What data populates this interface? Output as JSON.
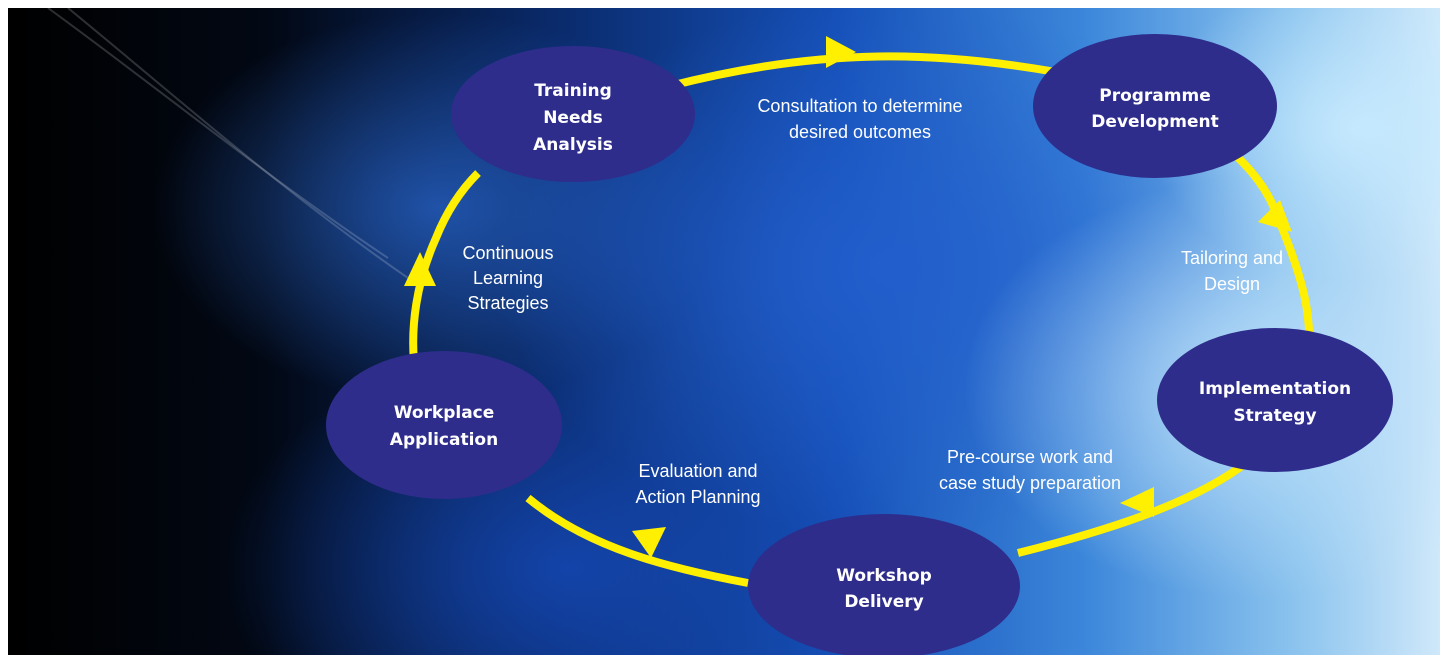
{
  "colors": {
    "node_fill": "#2e2d8c",
    "cycle_ring": "#ffef00",
    "text": "#ffffff"
  },
  "diagram": {
    "nodes": [
      {
        "id": "training-needs-analysis",
        "lines": [
          "Training",
          "Needs",
          "Analysis"
        ]
      },
      {
        "id": "programme-development",
        "lines": [
          "Programme",
          "Development"
        ]
      },
      {
        "id": "implementation-strategy",
        "lines": [
          "Implementation",
          "Strategy"
        ]
      },
      {
        "id": "workshop-delivery",
        "lines": [
          "Workshop",
          "Delivery"
        ]
      },
      {
        "id": "workplace-application",
        "lines": [
          "Workplace",
          "Application"
        ]
      }
    ],
    "edge_labels": [
      {
        "id": "consultation",
        "lines": [
          "Consultation to determine",
          "desired outcomes"
        ]
      },
      {
        "id": "tailoring",
        "lines": [
          "Tailoring and",
          "Design"
        ]
      },
      {
        "id": "pre-course",
        "lines": [
          "Pre-course work and",
          "case study preparation"
        ]
      },
      {
        "id": "evaluation",
        "lines": [
          "Evaluation and",
          "Action Planning"
        ]
      },
      {
        "id": "continuous",
        "lines": [
          "Continuous",
          "Learning",
          "Strategies"
        ]
      }
    ]
  }
}
